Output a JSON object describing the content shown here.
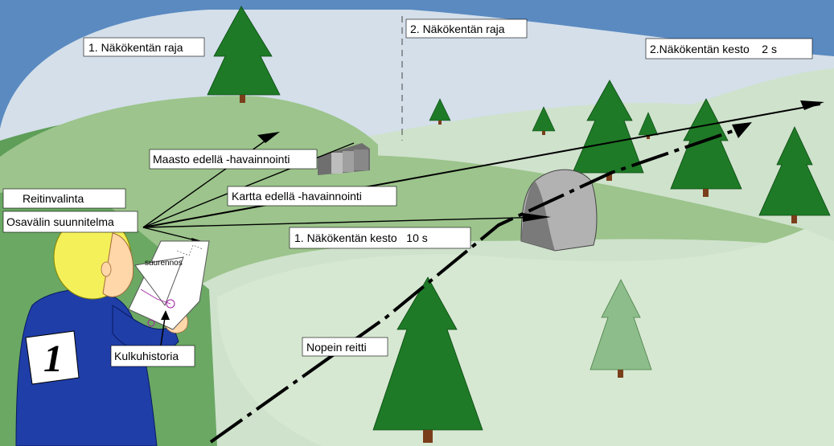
{
  "labels": {
    "field1_boundary": "1. Näkökentän raja",
    "field2_boundary": "2. Näkökentän raja",
    "field2_duration": "2.Näkökentän kesto    2 s",
    "terrain_ahead": "Maasto edellä -havainnointi",
    "map_ahead": "Kartta edellä -havainnointi",
    "route_choice": "Reitinvalinta",
    "leg_plan": "Osavälin suunnitelma",
    "field1_duration": "1. Näkökentän kesto   10 s",
    "fastest_route": "Nopein reitti",
    "movement_history": "Kulkuhistoria",
    "map_enlargement": "suurennos",
    "runner_number": "1"
  },
  "colors": {
    "sky": "#5a8ac0",
    "far_sky": "#d4dfea",
    "hill_light": "#cfe2cc",
    "hill_mid": "#9cc48c",
    "grass_dark": "#5e9e58",
    "tree": "#1e7a26",
    "tree_light": "#8dbd8a",
    "rock": "#a8a8a8",
    "jersey": "#1f3ea8",
    "hair": "#f4f05a",
    "skin": "#ffd7a8"
  }
}
